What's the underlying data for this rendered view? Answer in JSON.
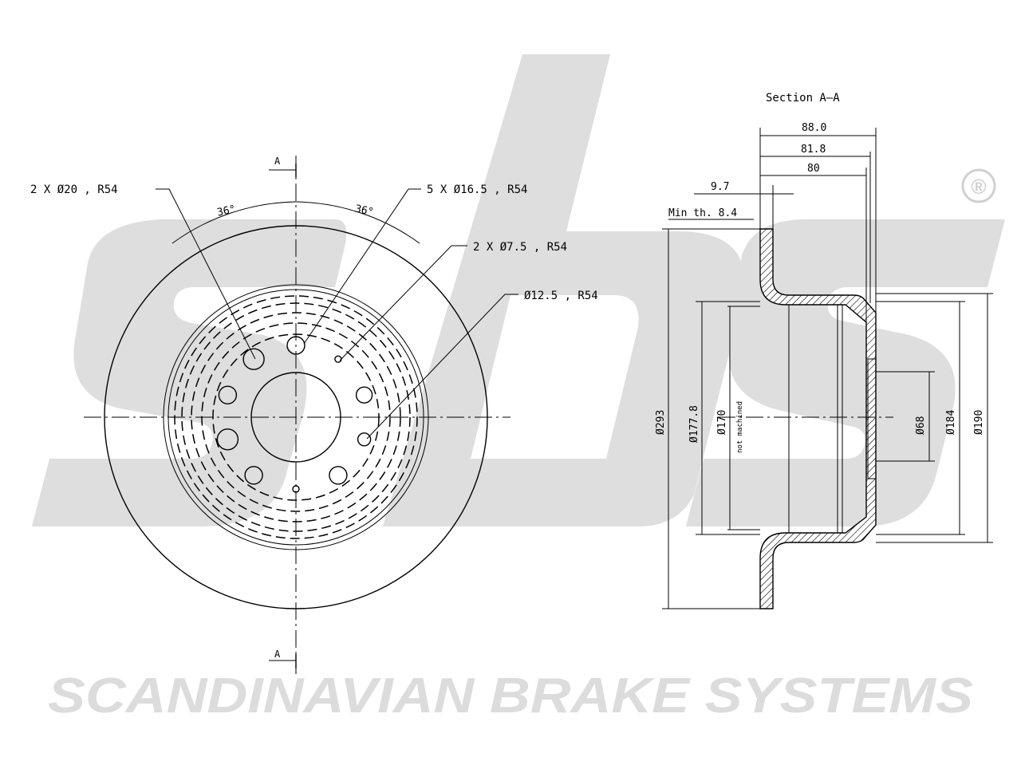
{
  "brand": {
    "logo": "sbs",
    "registered_mark": "®",
    "footer_text": "SCANDINAVIAN BRAKE SYSTEMS",
    "watermark_color": "#dedede"
  },
  "front_view": {
    "section_marker_top": "A",
    "section_marker_bottom": "A",
    "angle_left": "36°",
    "angle_right": "36°",
    "callouts": {
      "holes_20": "2 X Ø20 , R54",
      "holes_16_5": "5 X Ø16.5 , R54",
      "holes_7_5": "2 X Ø7.5 , R54",
      "hole_12_5": "Ø12.5 , R54"
    }
  },
  "section_view": {
    "title": "Section A–A",
    "dims": {
      "width_total": "88.0",
      "width_81_8": "81.8",
      "width_80": "80",
      "thickness": "9.7",
      "min_thickness": "Min th. 8.4",
      "dia_293": "Ø293",
      "dia_177_8": "Ø177.8",
      "dia_170": "Ø170",
      "not_machined": "not machined",
      "dia_68": "Ø68",
      "dia_184": "Ø184",
      "dia_190": "Ø190"
    }
  }
}
